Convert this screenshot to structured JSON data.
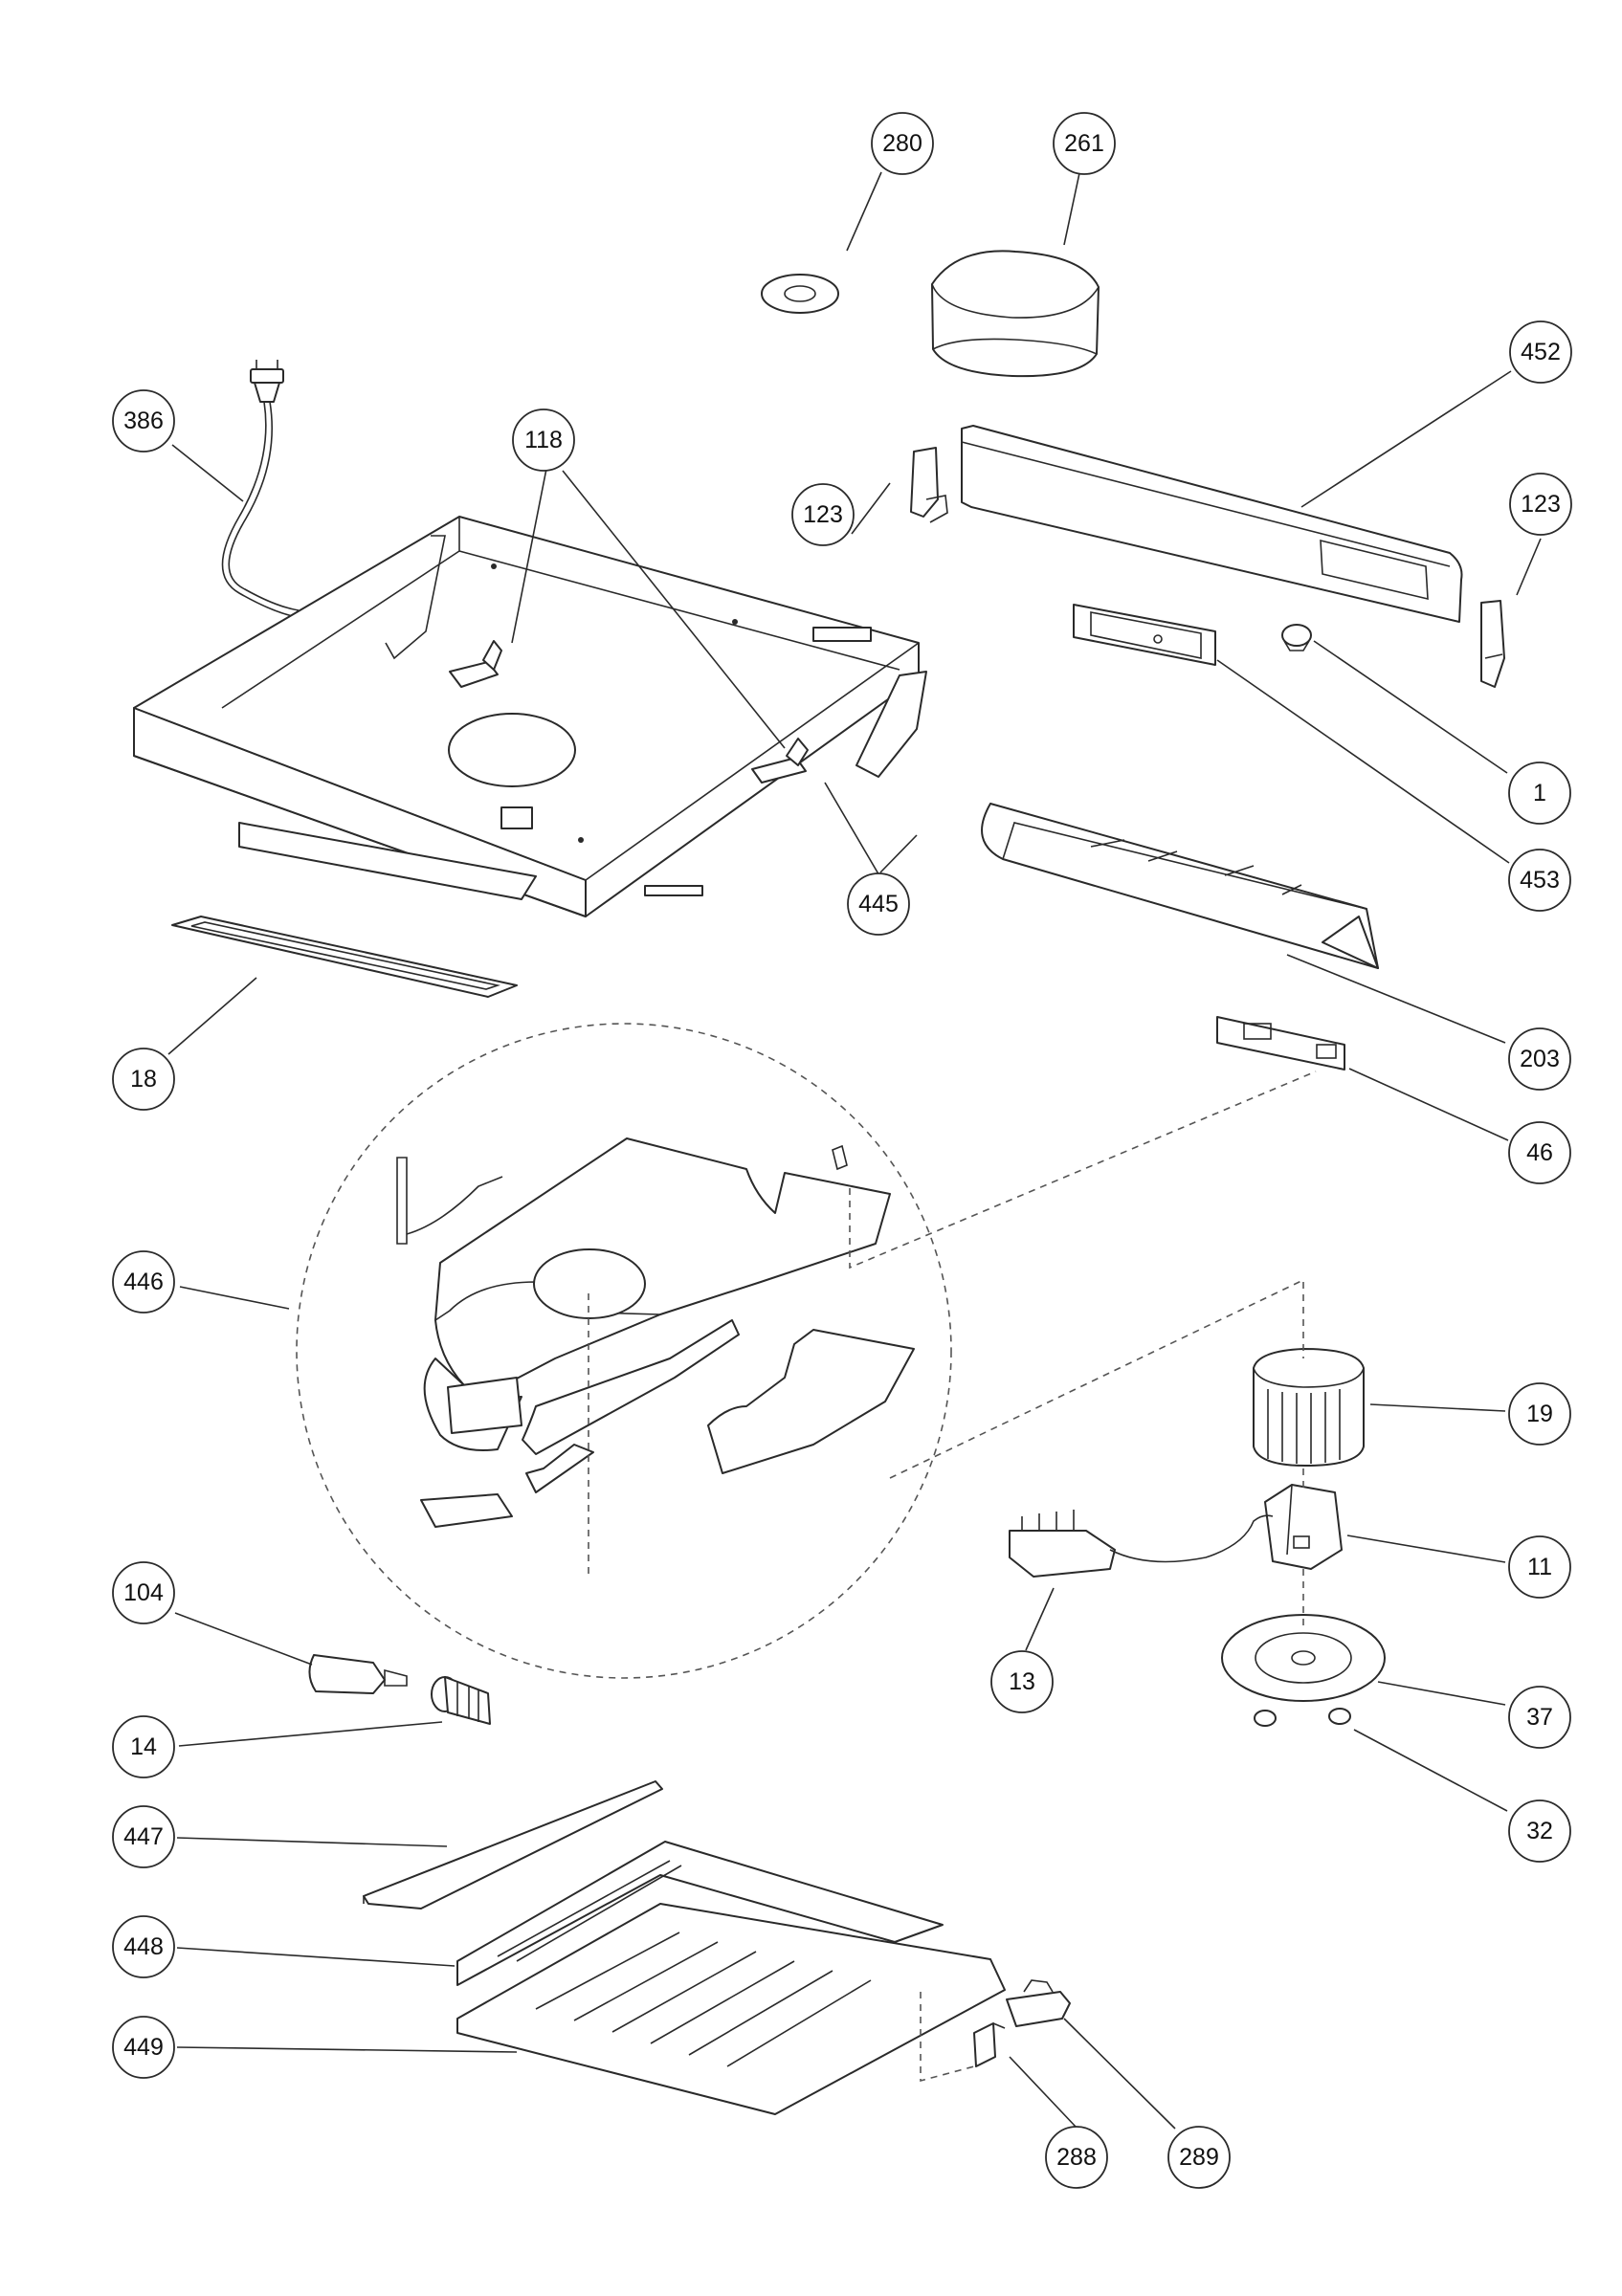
{
  "callouts": [
    {
      "id": "c280",
      "label": "280"
    },
    {
      "id": "c261",
      "label": "261"
    },
    {
      "id": "c452",
      "label": "452"
    },
    {
      "id": "c386",
      "label": "386"
    },
    {
      "id": "c118",
      "label": "118"
    },
    {
      "id": "c123a",
      "label": "123"
    },
    {
      "id": "c123b",
      "label": "123"
    },
    {
      "id": "c1",
      "label": "1"
    },
    {
      "id": "c453",
      "label": "453"
    },
    {
      "id": "c445",
      "label": "445"
    },
    {
      "id": "c18",
      "label": "18"
    },
    {
      "id": "c203",
      "label": "203"
    },
    {
      "id": "c46",
      "label": "46"
    },
    {
      "id": "c446",
      "label": "446"
    },
    {
      "id": "c19",
      "label": "19"
    },
    {
      "id": "c11",
      "label": "11"
    },
    {
      "id": "c104",
      "label": "104"
    },
    {
      "id": "c13",
      "label": "13"
    },
    {
      "id": "c37",
      "label": "37"
    },
    {
      "id": "c14",
      "label": "14"
    },
    {
      "id": "c32",
      "label": "32"
    },
    {
      "id": "c447",
      "label": "447"
    },
    {
      "id": "c448",
      "label": "448"
    },
    {
      "id": "c449",
      "label": "449"
    },
    {
      "id": "c288",
      "label": "288"
    },
    {
      "id": "c289",
      "label": "289"
    }
  ]
}
